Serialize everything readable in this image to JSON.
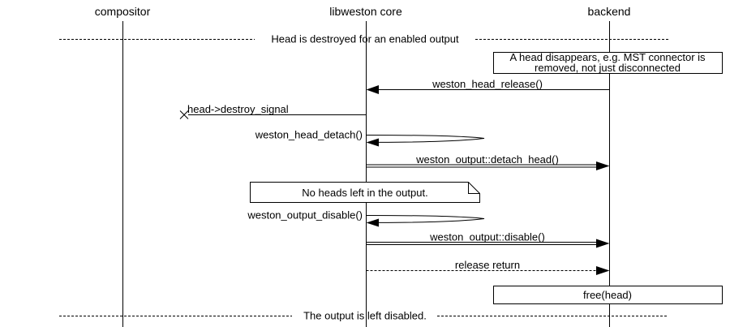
{
  "participants": [
    {
      "id": "compositor",
      "label": "compositor"
    },
    {
      "id": "core",
      "label": "libweston core"
    },
    {
      "id": "backend",
      "label": "backend"
    }
  ],
  "dividers": {
    "top": "Head is destroyed for an enabled output",
    "bottom": "The output is left disabled."
  },
  "notes": {
    "head_disappears_line1": "A head disappears, e.g. MST connector is",
    "head_disappears_line2": "removed, not just disconnected",
    "no_heads": "No heads left in the output.",
    "free_head": "free(head)"
  },
  "messages": {
    "head_release": "weston_head_release()",
    "destroy_signal": "head->destroy_signal",
    "head_detach": "weston_head_detach()",
    "detach_head": "weston_output::detach_head()",
    "output_disable": "weston_output_disable()",
    "disable": "weston_output::disable()",
    "release_return": "release return"
  },
  "colors": {
    "line": "#000000",
    "background": "#ffffff"
  }
}
